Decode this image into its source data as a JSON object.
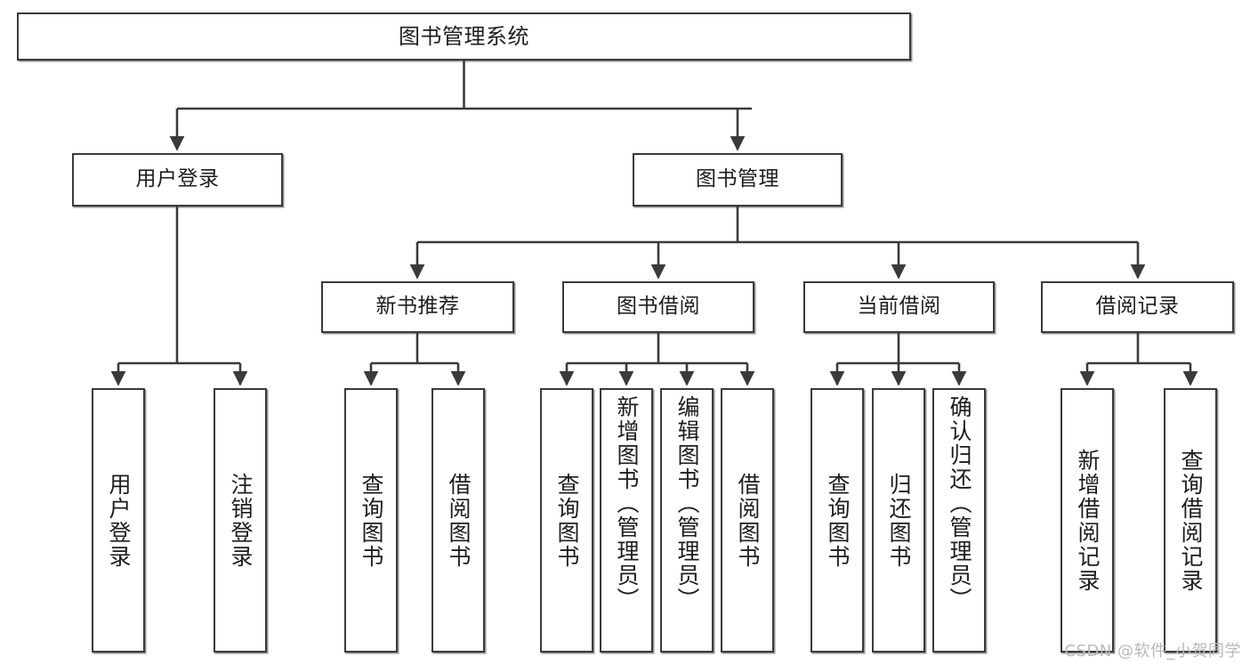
{
  "diagram": {
    "title": "图书管理系统",
    "watermark": "CSDN @软件_小贺同学",
    "colors": {
      "stroke": "#3a3a3a",
      "background": "#ffffff",
      "text": "#1d1d1d",
      "watermark": "#b9b9b9"
    },
    "root": {
      "label": "图书管理系统"
    },
    "level2": [
      {
        "label": "用户登录"
      },
      {
        "label": "图书管理"
      }
    ],
    "level3": [
      {
        "label": "新书推荐"
      },
      {
        "label": "图书借阅"
      },
      {
        "label": "当前借阅"
      },
      {
        "label": "借阅记录"
      }
    ],
    "leaves": {
      "user_login": [
        {
          "label": "用户登录"
        },
        {
          "label": "注销登录"
        }
      ],
      "new_book_recommend": [
        {
          "label": "查询图书"
        },
        {
          "label": "借阅图书"
        }
      ],
      "book_borrow": [
        {
          "label": "查询图书"
        },
        {
          "label": "新增图书（管理员）"
        },
        {
          "label": "编辑图书（管理员）"
        },
        {
          "label": "借阅图书"
        }
      ],
      "current_borrow": [
        {
          "label": "查询图书"
        },
        {
          "label": "归还图书"
        },
        {
          "label": "确认归还（管理员）"
        }
      ],
      "borrow_record": [
        {
          "label": "新增借阅记录"
        },
        {
          "label": "查询借阅记录"
        }
      ]
    }
  }
}
